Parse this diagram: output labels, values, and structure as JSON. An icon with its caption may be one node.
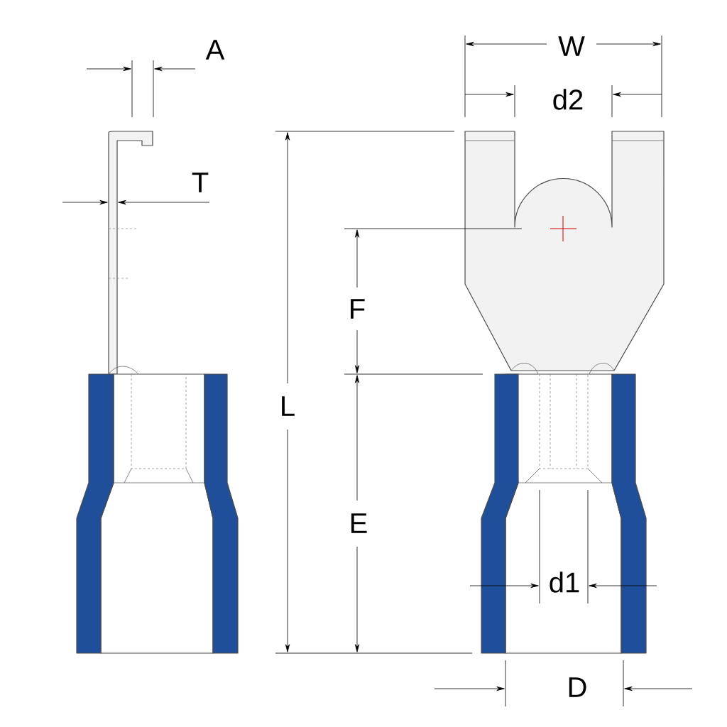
{
  "diagram": {
    "labels": [
      "W",
      "A",
      "d2",
      "T",
      "F",
      "L",
      "E",
      "d1",
      "D"
    ]
  }
}
